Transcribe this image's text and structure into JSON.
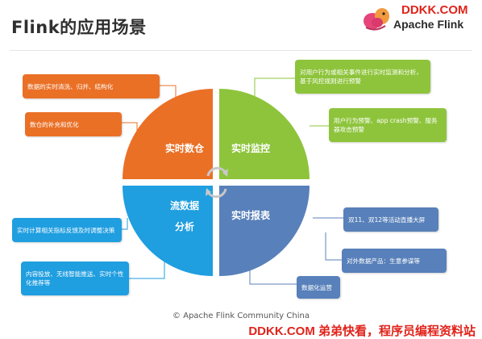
{
  "slide": {
    "title": "Flink的应用场景",
    "copyright": "© Apache Flink Community China"
  },
  "brand": {
    "url": "DDKK.COM",
    "name": "Apache Flink",
    "footer": "DDKK.COM 弟弟快看，程序员编程资料站"
  },
  "quadrants": [
    {
      "label": "实时数仓",
      "color": "#ea7026"
    },
    {
      "label": "实时监控",
      "color": "#8ec43c"
    },
    {
      "label_line1": "流数据",
      "label_line2": "分析",
      "color": "#1f9ee0"
    },
    {
      "label": "实时报表",
      "color": "#5880ba"
    }
  ],
  "boxes": {
    "warehouse": [
      "数据的实时清洗、归并、结构化",
      "数仓的补充和优化"
    ],
    "monitoring": [
      "对用户行为或相关事件进行实时监测和分析，基于风控规则进行预警",
      "用户行为预警、app crash预警、服务器攻击预警"
    ],
    "analysis": [
      "实时计算相关指标反馈及时调整决策",
      "内容投放、无线智能推送、实时个性化推荐等"
    ],
    "reports": [
      "双11、双12等活动直播大屏",
      "对外数据产品：生意参谋等",
      "数据化运营"
    ]
  }
}
